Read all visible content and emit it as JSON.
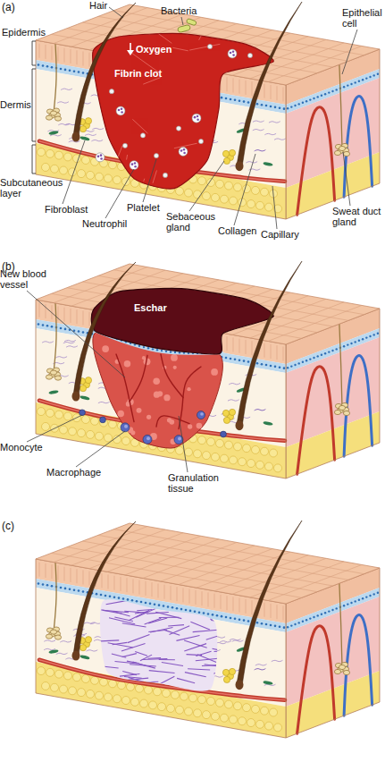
{
  "diagram": {
    "labels": [
      "(a)",
      "Hair",
      "Epidermis",
      "Dermis",
      "Subcutaneous layer",
      "Bacteria",
      "Oxygen",
      "Fibrin clot",
      "Epithelial cell",
      "Sweat duct gland",
      "Fibroblast",
      "Neutrophil",
      "Platelet",
      "Sebaceous gland",
      "Collagen",
      "Capillary",
      "(b)",
      "New blood vessel",
      "Eschar",
      "Monocyte",
      "Macrophage",
      "Granulation tissue",
      "(c)"
    ]
  }
}
